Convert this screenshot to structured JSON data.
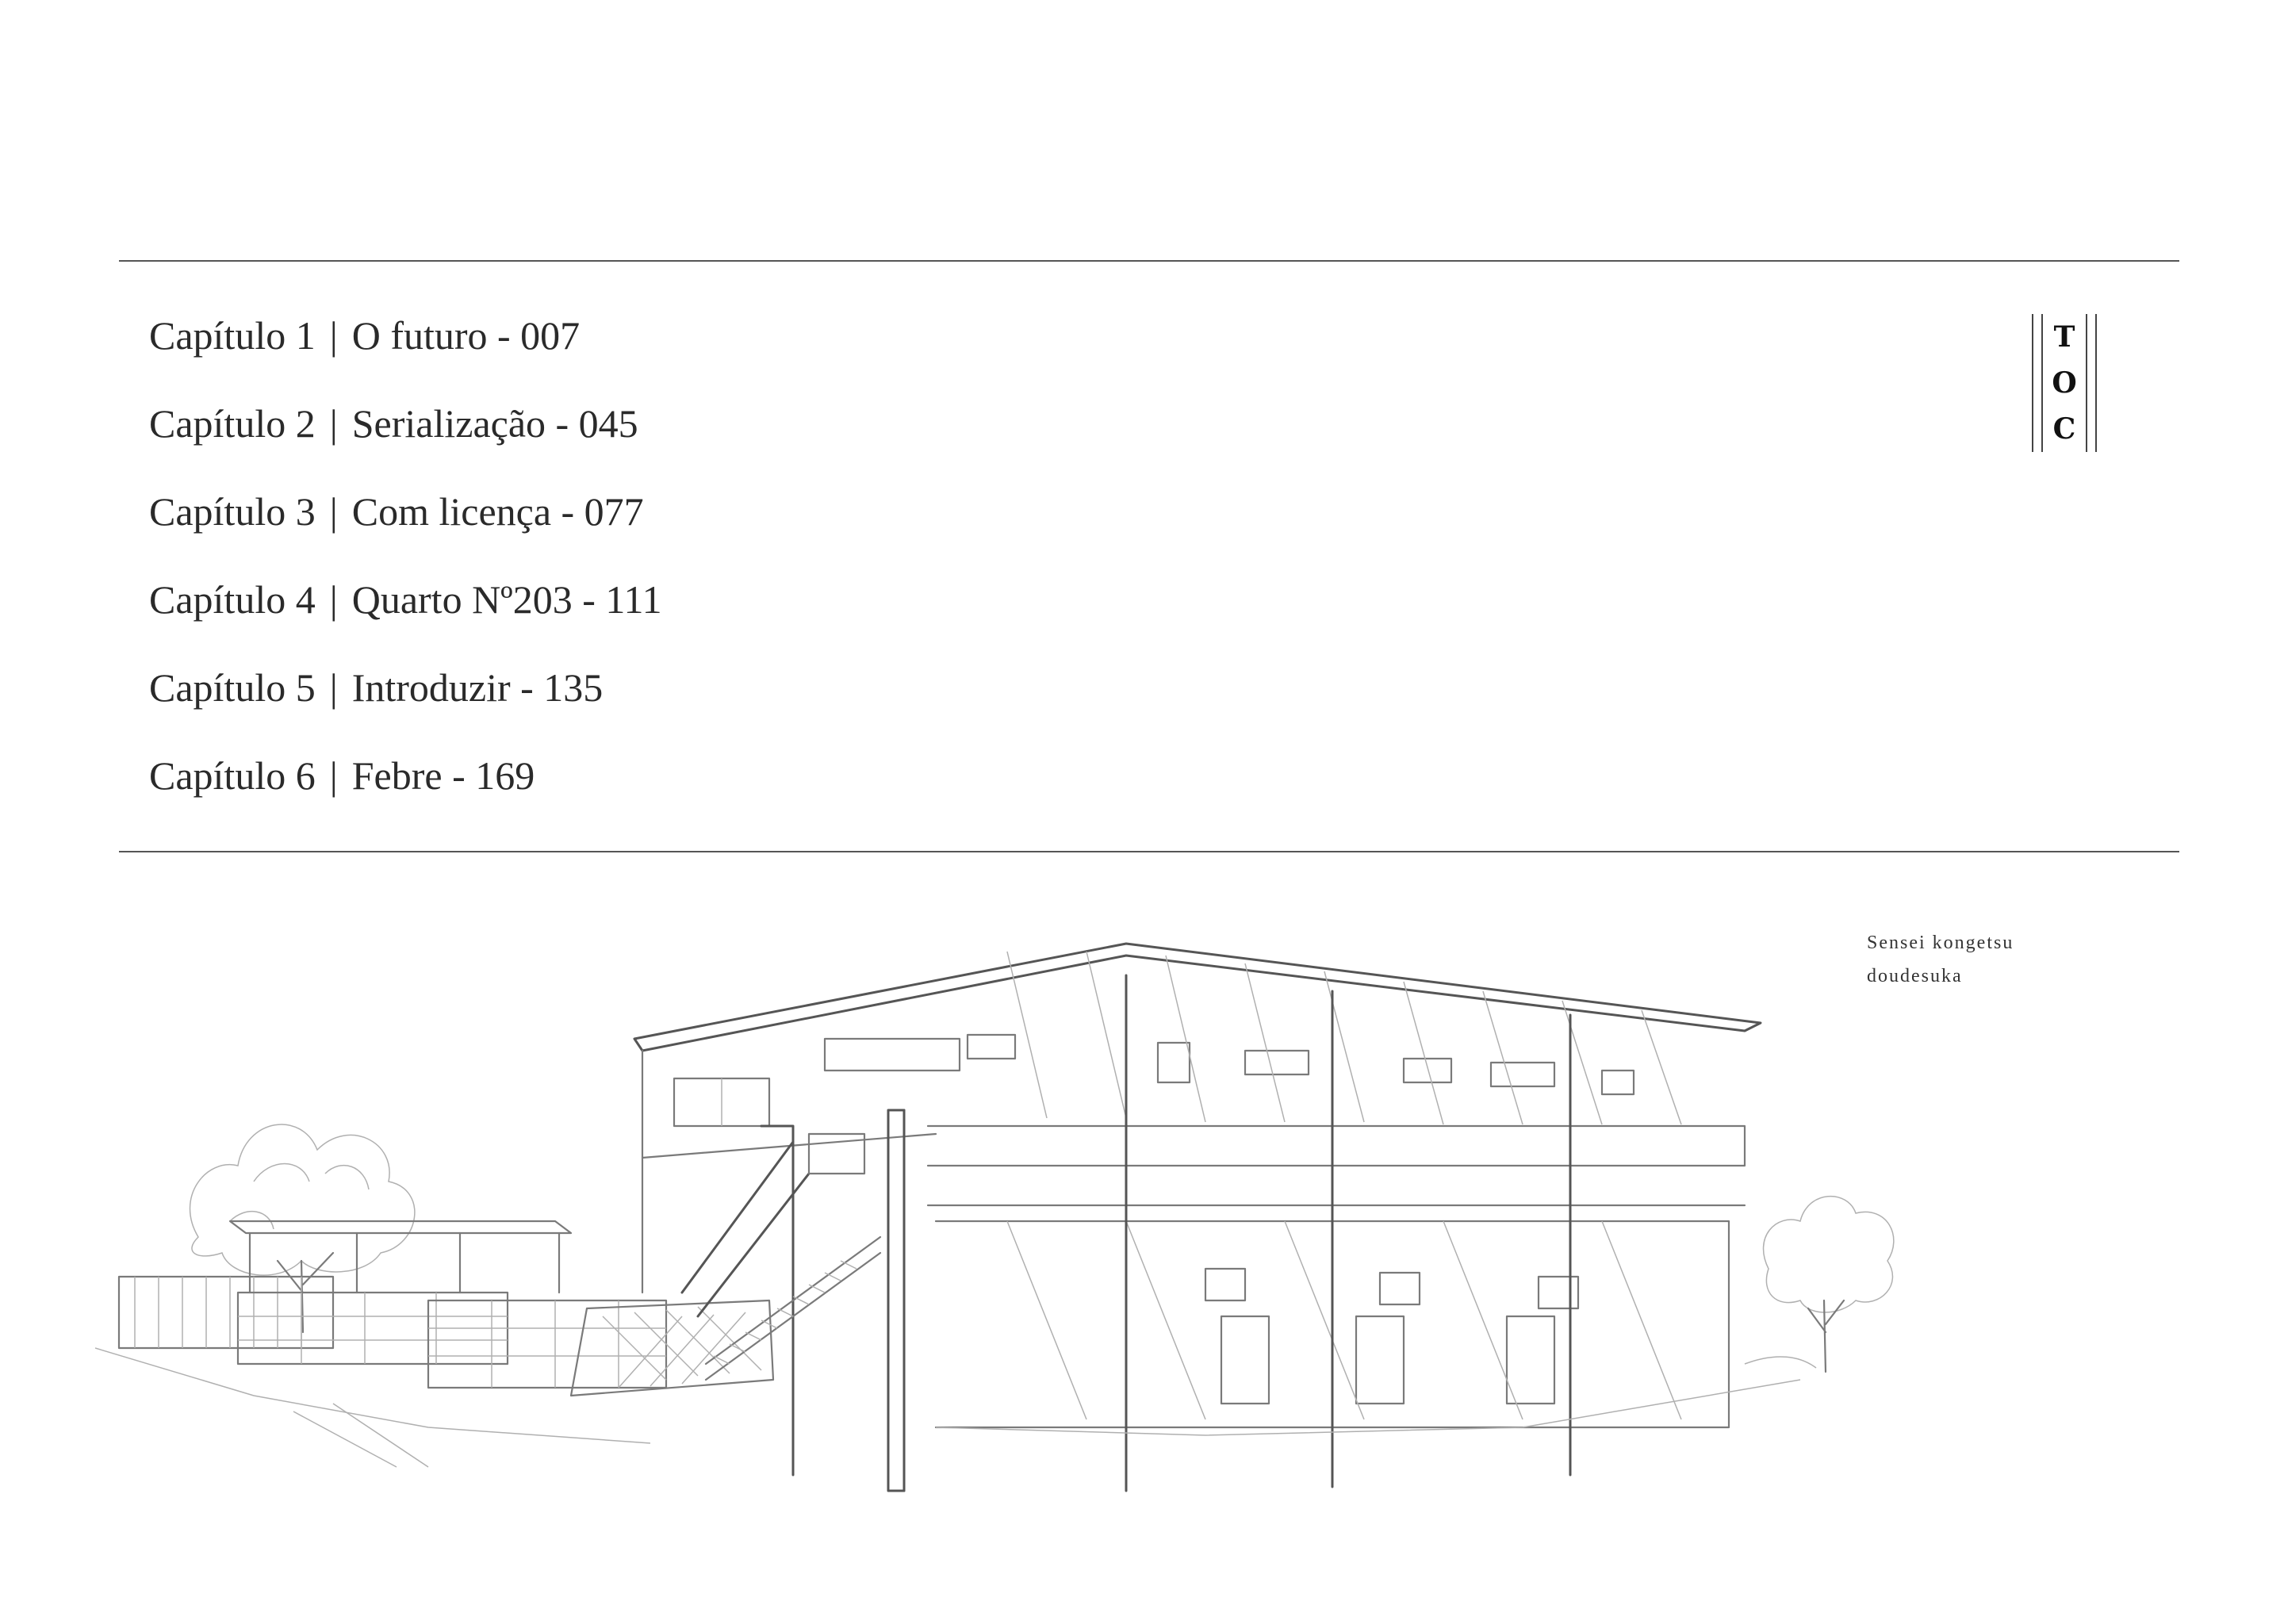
{
  "toc": {
    "entries": [
      {
        "chapter": "Capítulo 1",
        "title": "O futuro - 007"
      },
      {
        "chapter": "Capítulo 2",
        "title": "Serialização - 045"
      },
      {
        "chapter": "Capítulo 3",
        "title": "Com licença - 077"
      },
      {
        "chapter": "Capítulo 4",
        "title": "Quarto Nº203 - 111"
      },
      {
        "chapter": "Capítulo 5",
        "title": "Introduzir - 135"
      },
      {
        "chapter": "Capítulo 6",
        "title": "Febre - 169"
      }
    ],
    "separator": "|",
    "badge": [
      "T",
      "O",
      "C"
    ]
  },
  "caption": {
    "line1": "Sensei kongetsu",
    "line2": "doudesuka"
  },
  "illustration": {
    "subject": "apartment-building-sketch",
    "stroke_color": "#7a7a7a"
  }
}
